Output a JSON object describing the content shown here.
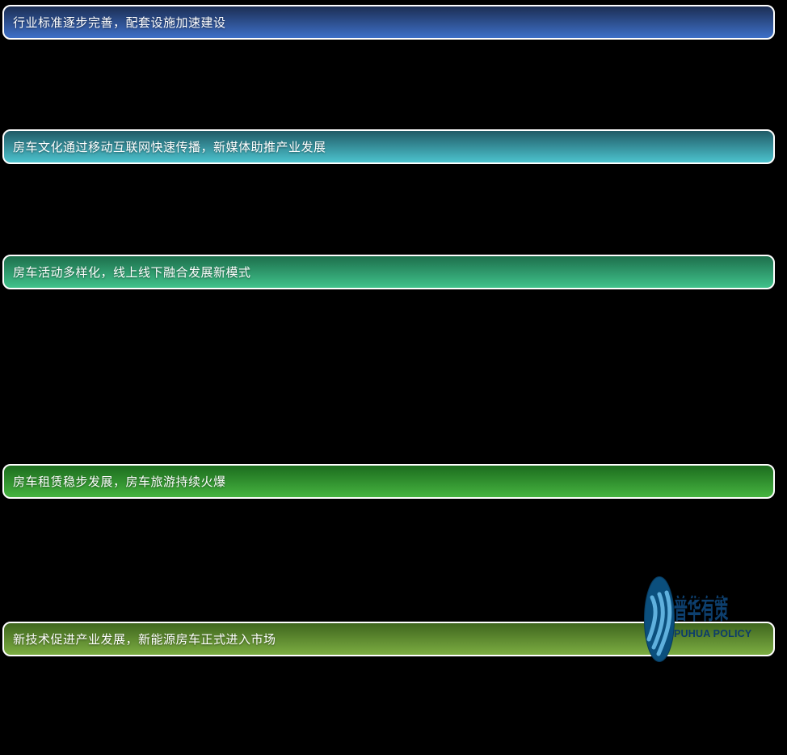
{
  "page": {
    "background_color": "#000000",
    "banner_border_color": "#ffffff",
    "banner_text_color": "#ffffff"
  },
  "banners": [
    {
      "id": "industry-standards",
      "label": "行业标准逐步完善，配套设施加速建设",
      "gradient_top": "#1c2e54",
      "gradient_bottom": "#3e70c9"
    },
    {
      "id": "rv-culture-media",
      "label": "房车文化通过移动互联网快速传播，新媒体助推产业发展",
      "gradient_top": "#215b67",
      "gradient_bottom": "#4cc3ce"
    },
    {
      "id": "rv-activities",
      "label": "房车活动多样化，线上线下融合发展新模式",
      "gradient_top": "#1d6f4c",
      "gradient_bottom": "#40c28b"
    },
    {
      "id": "rv-rental-tourism",
      "label": "房车租赁稳步发展，房车旅游持续火爆",
      "gradient_top": "#1c6c1e",
      "gradient_bottom": "#46b440"
    },
    {
      "id": "new-energy-rv",
      "label": "新技术促进产业发展，新能源房车正式进入市场",
      "gradient_top": "#3f661e",
      "gradient_bottom": "#7cad42"
    }
  ],
  "logo": {
    "chinese_name": "普华有策",
    "english_name": "PUHUA POLICY",
    "mark_color": "#0b4f7d",
    "mark_edge_color": "#083a5e",
    "stripe_color": "#5fb0dd",
    "text_color": "#0d3f6e"
  }
}
